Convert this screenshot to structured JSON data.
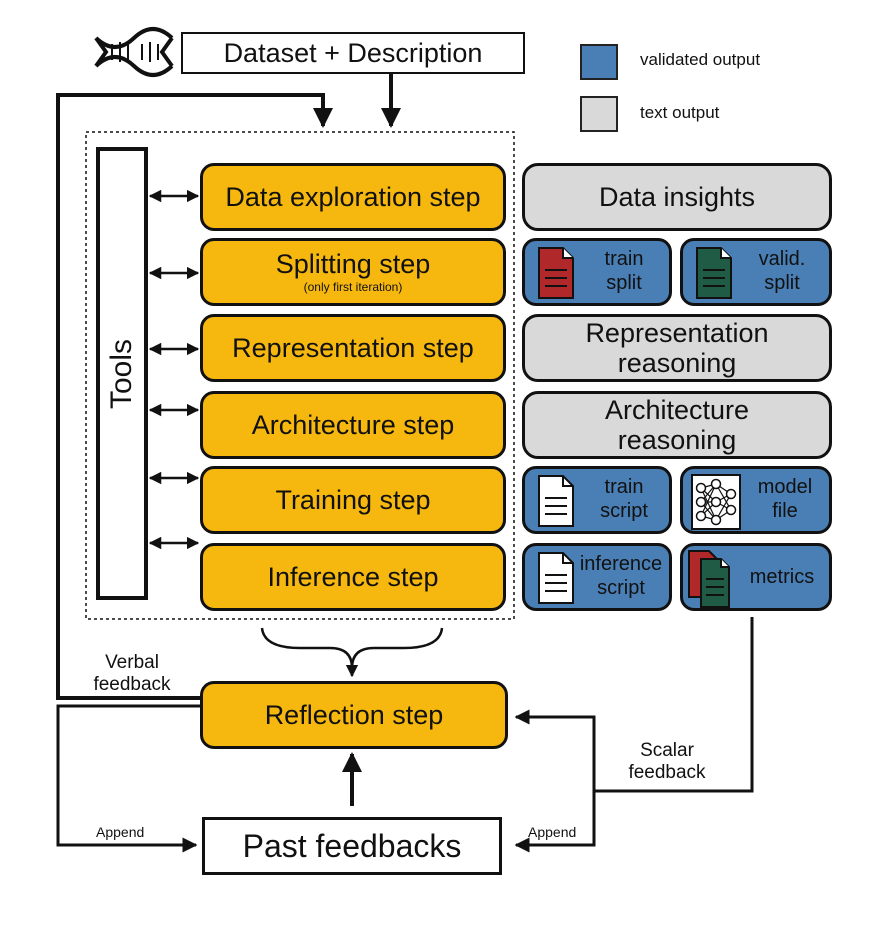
{
  "dataset_label": "Dataset + Description",
  "legend": {
    "validated": "validated output",
    "text": "text output",
    "colors": {
      "validated": "#4a7fb6",
      "text": "#d9d9d9",
      "step": "#f6b80f"
    }
  },
  "tools_label": "Tools",
  "steps": {
    "data_exploration": "Data exploration step",
    "splitting": "Splitting step",
    "splitting_note": "(only first iteration)",
    "representation": "Representation step",
    "architecture": "Architecture step",
    "training": "Training step",
    "inference": "Inference step",
    "reflection": "Reflection step"
  },
  "outputs": {
    "data_insights": "Data insights",
    "train_split": "train\nsplit",
    "valid_split": "valid.\nsplit",
    "representation_reasoning": "Representation\nreasoning",
    "architecture_reasoning": "Architecture\nreasoning",
    "train_script": "train\nscript",
    "model_file": "model\nfile",
    "inference_script": "inference\nscript",
    "metrics": "metrics"
  },
  "feedback": {
    "verbal": "Verbal\nfeedback",
    "scalar": "Scalar\nfeedback",
    "append_left": "Append",
    "append_right": "Append",
    "past_feedbacks": "Past feedbacks"
  }
}
